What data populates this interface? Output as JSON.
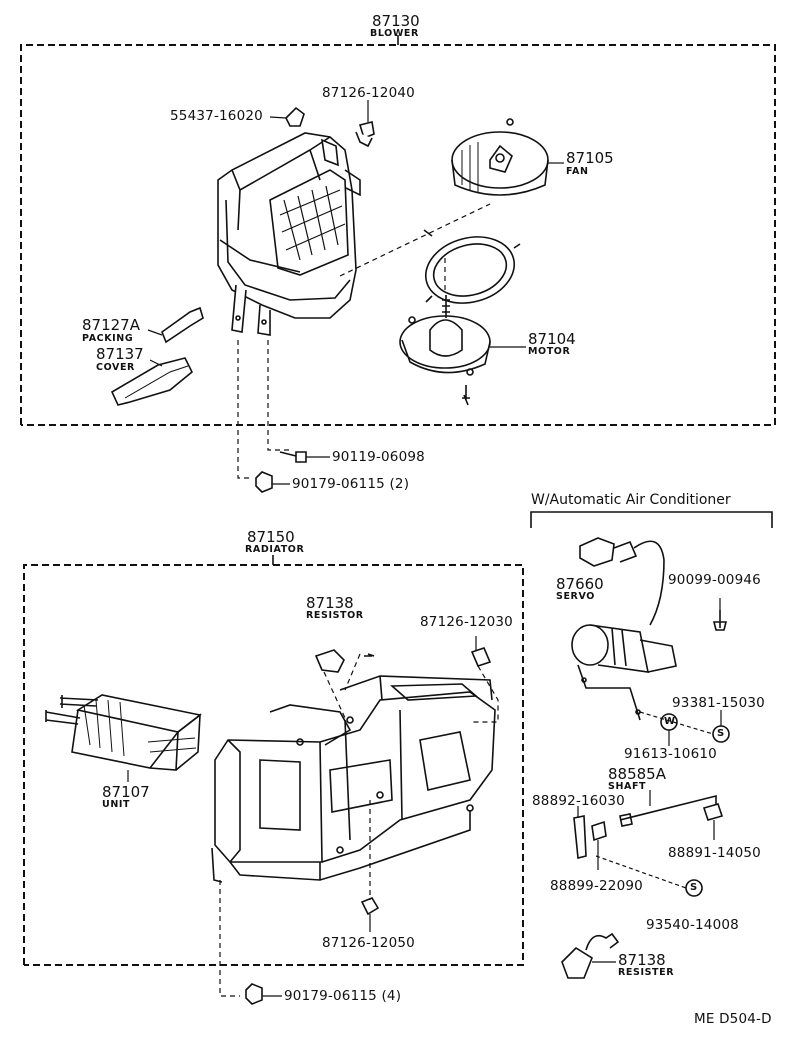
{
  "blower": {
    "number": "87130",
    "name": "BLOWER"
  },
  "radiator": {
    "number": "87150",
    "name": "RADIATOR"
  },
  "auto_ac_header": "W/Automatic Air Conditioner",
  "parts": {
    "p55437": "55437-16020",
    "p87126_12040": "87126-12040",
    "fan": {
      "number": "87105",
      "name": "FAN"
    },
    "motor": {
      "number": "87104",
      "name": "MOTOR"
    },
    "packing": {
      "number": "87127A",
      "name": "PACKING"
    },
    "cover": {
      "number": "87137",
      "name": "COVER"
    },
    "p90119": "90119-06098",
    "p90179_top": "90179-06115 (2)",
    "resistor": {
      "number": "87138",
      "name": "RESISTOR"
    },
    "p87126_12030": "87126-12030",
    "unit": {
      "number": "87107",
      "name": "UNIT"
    },
    "p87126_12050": "87126-12050",
    "p90179_bottom": "90179-06115 (4)",
    "servo": {
      "number": "87660",
      "name": "SERVO"
    },
    "p90099": "90099-00946",
    "p93381": "93381-15030",
    "p91613": "91613-10610",
    "shaft": {
      "number": "88585A",
      "name": "SHAFT"
    },
    "p88892": "88892-16030",
    "p88891": "88891-14050",
    "p88899": "88899-22090",
    "p93540": "93540-14008",
    "resister": {
      "number": "87138",
      "name": "RESISTER"
    }
  },
  "symbols": {
    "w": "W",
    "s": "S"
  },
  "figure_code": "ME D504-D"
}
